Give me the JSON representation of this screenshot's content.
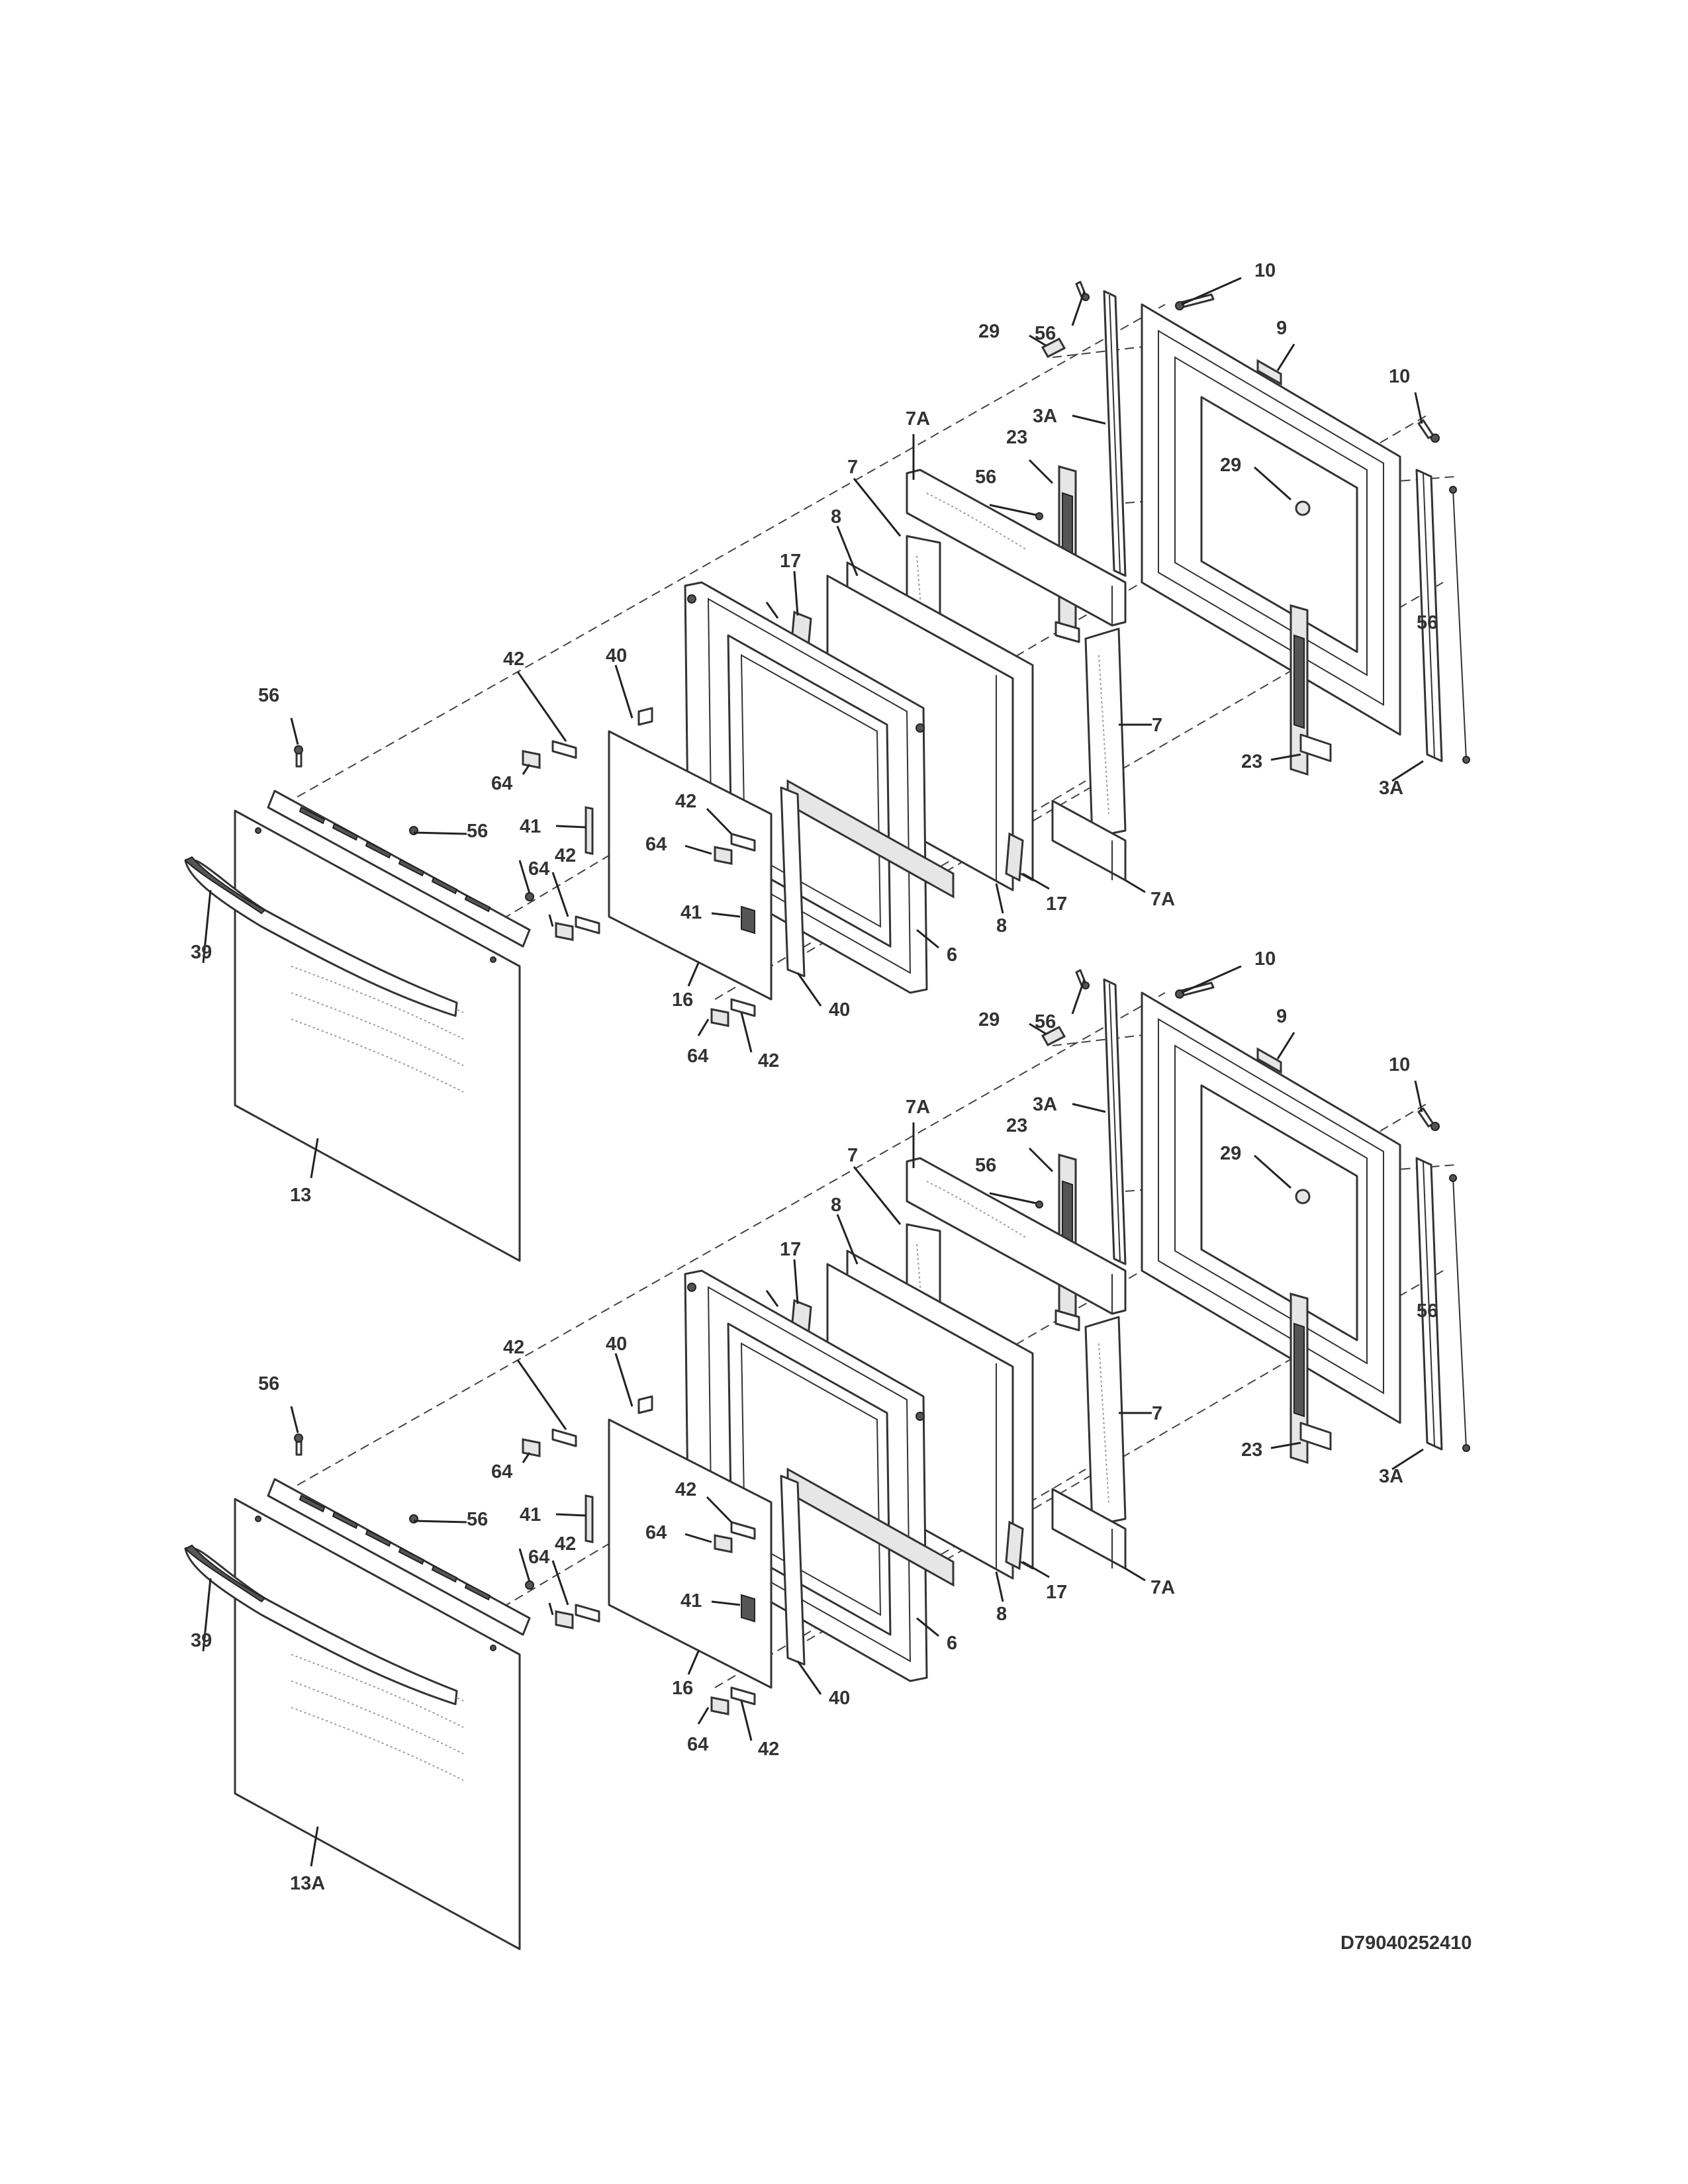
{
  "drawing_code": "D79040252410",
  "assemblies": [
    {
      "labels": {
        "l10a": "10",
        "l9": "9",
        "l56a": "56",
        "l29a": "29",
        "l10b": "10",
        "l3Aa": "3A",
        "l7Aa": "7A",
        "l23a": "23",
        "l29b": "29",
        "l56b": "56",
        "l7a": "7",
        "l8a": "8",
        "l17a": "17",
        "l56c": "56",
        "l7b": "7",
        "l42a": "42",
        "l40a": "40",
        "l56d": "56",
        "l64a": "64",
        "l41a": "41",
        "l42b": "42",
        "l56e": "56",
        "l64b": "64",
        "l42c": "42",
        "l41b": "41",
        "l39": "39",
        "l16": "16",
        "l40b": "40",
        "l64c": "64",
        "l42d": "42",
        "l13": "13",
        "l6": "6",
        "l8b": "8",
        "l17b": "17",
        "l7Ab": "7A",
        "l23b": "23",
        "l3Ab": "3A"
      }
    },
    {
      "labels": {
        "l10a": "10",
        "l9": "9",
        "l56a": "56",
        "l29a": "29",
        "l10b": "10",
        "l3Aa": "3A",
        "l7Aa": "7A",
        "l23a": "23",
        "l29b": "29",
        "l56b": "56",
        "l7a": "7",
        "l8a": "8",
        "l17a": "17",
        "l56c": "56",
        "l7b": "7",
        "l42a": "42",
        "l40a": "40",
        "l56d": "56",
        "l64a": "64",
        "l41a": "41",
        "l42b": "42",
        "l56e": "56",
        "l64b": "64",
        "l42c": "42",
        "l41b": "41",
        "l39": "39",
        "l16": "16",
        "l40b": "40",
        "l64c": "64",
        "l42d": "42",
        "l13": "13A",
        "l6": "6",
        "l8b": "8",
        "l17b": "17",
        "l7Ab": "7A",
        "l23b": "23",
        "l3Ab": "3A"
      }
    }
  ]
}
